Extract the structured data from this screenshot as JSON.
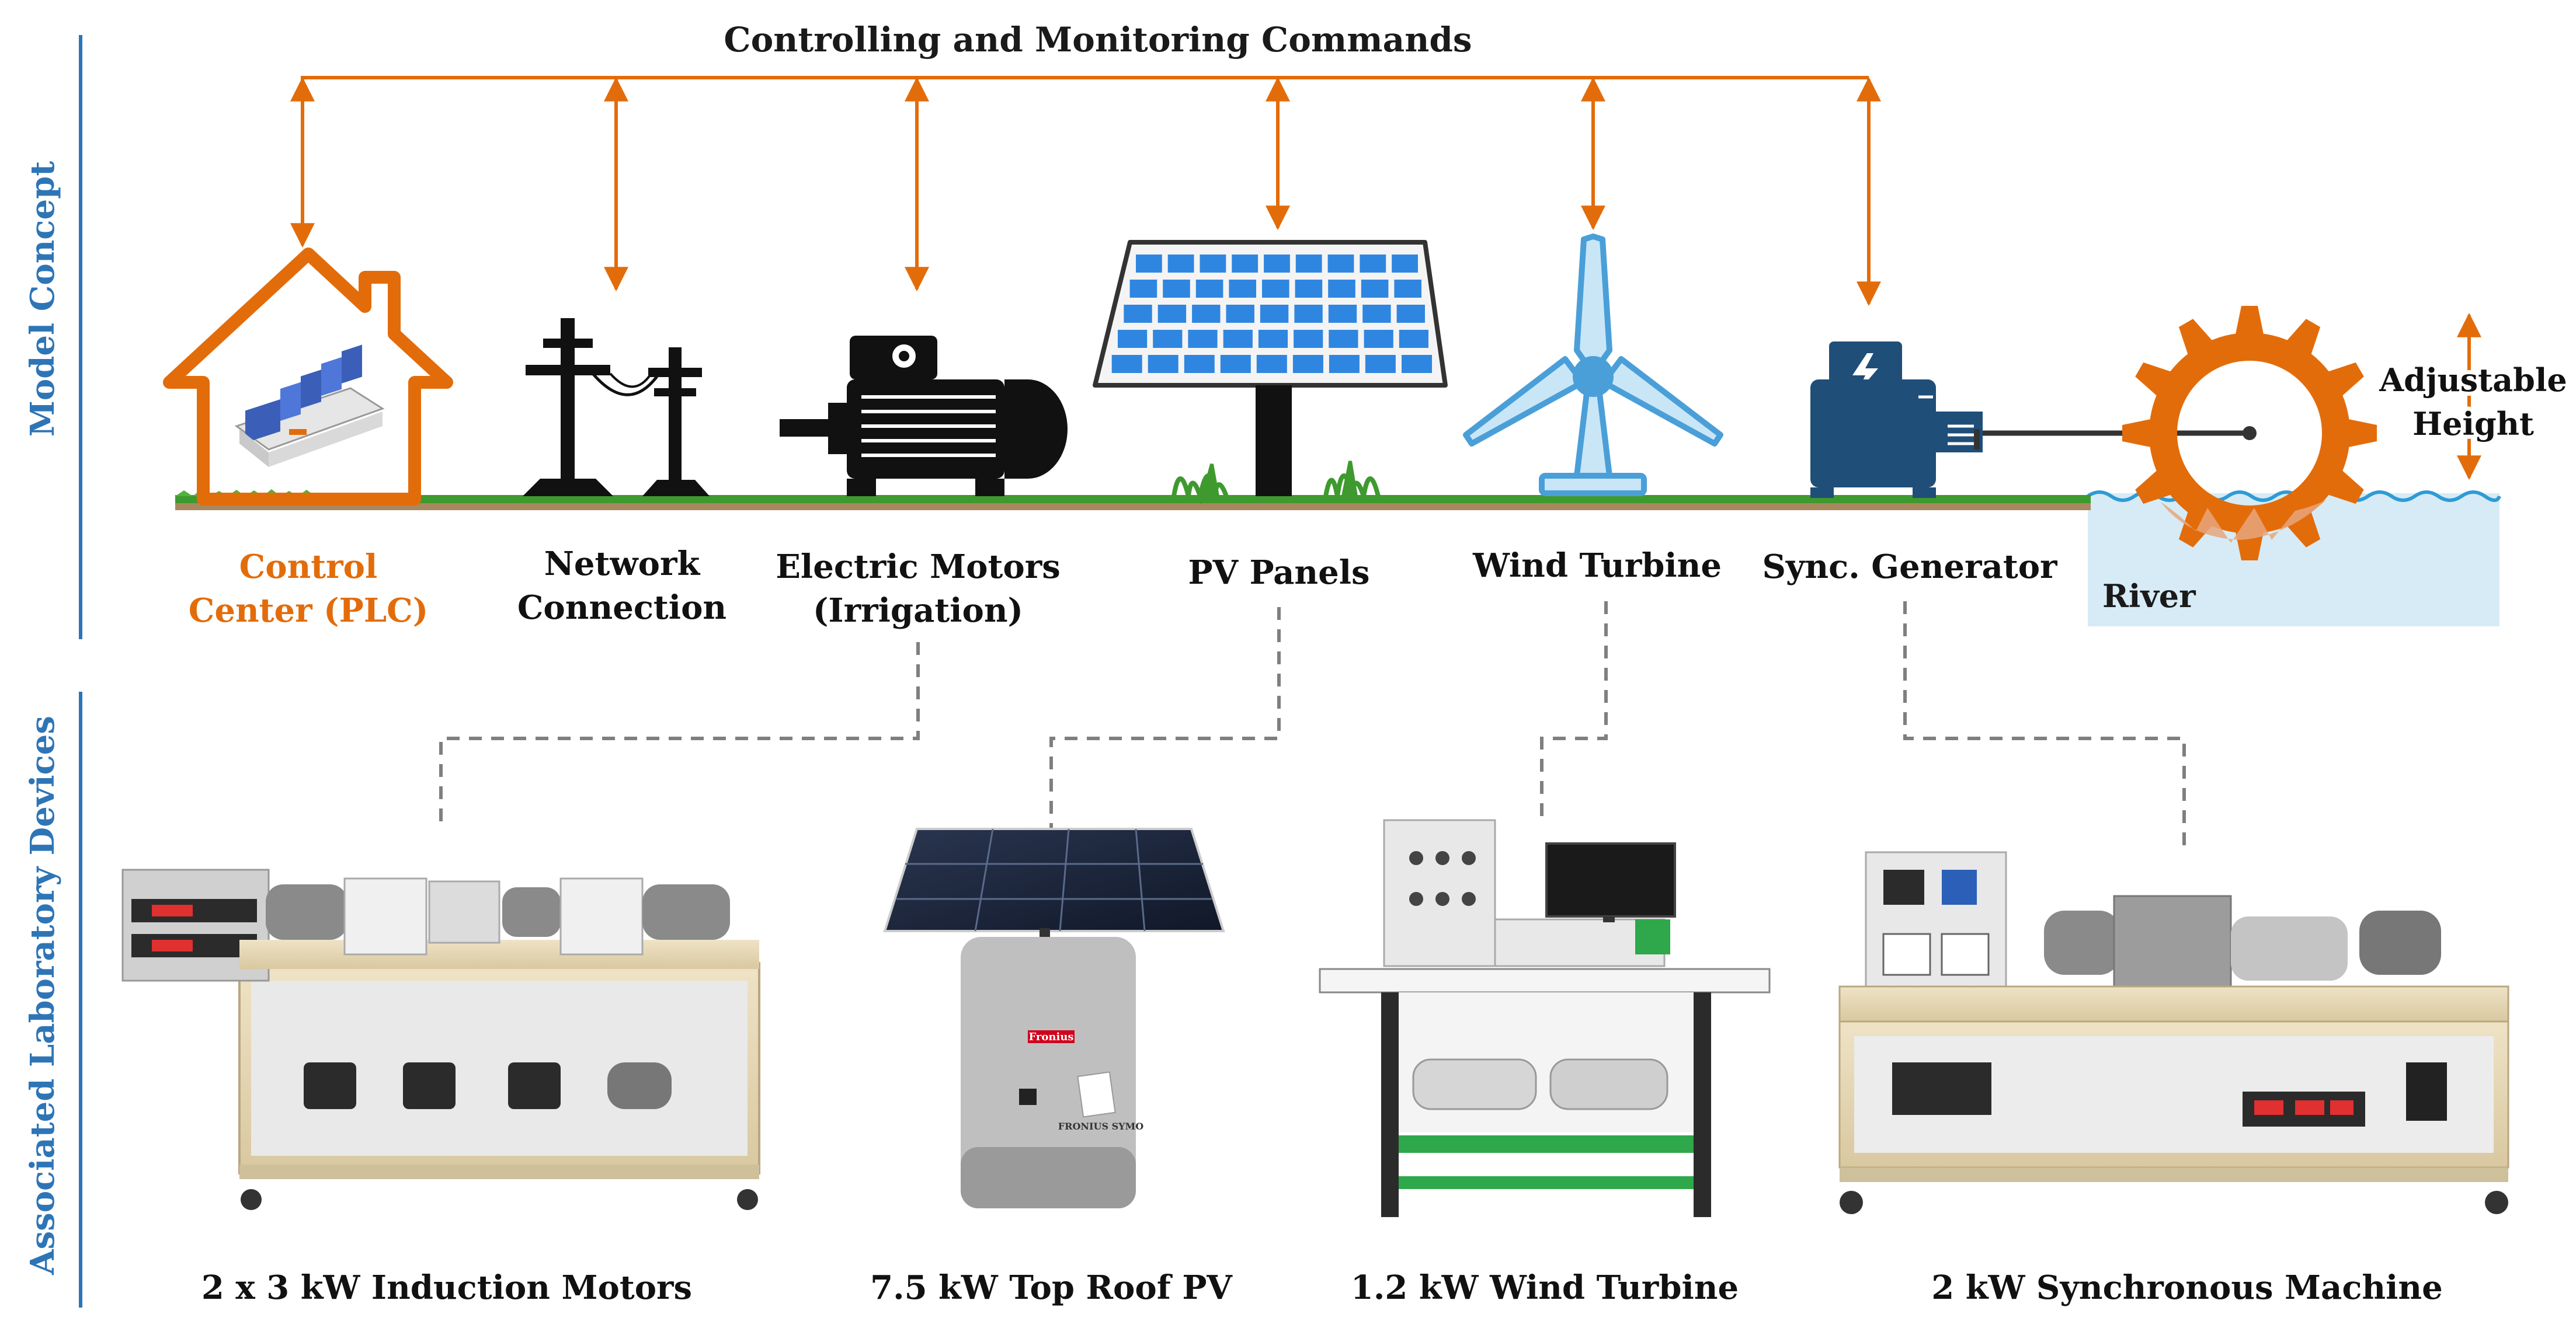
{
  "colors": {
    "accent_orange": "#E36C0A",
    "section_blue": "#2E75B6",
    "device_blue": "#1F4E79",
    "turbine_blue": "#5BB1E8",
    "panel_blue": "#2F86E0",
    "grass_green": "#3E9A2E",
    "water": "#D6EBF5",
    "dashed_gray": "#7F7F7F"
  },
  "sections": {
    "model_concept": "Model Concept",
    "lab_devices": "Associated Laboratory Devices"
  },
  "bus": {
    "label": "Controlling and Monitoring Commands"
  },
  "components": {
    "control_center": {
      "line1": "Control",
      "line2": "Center (PLC)",
      "icon": "house-plc-icon"
    },
    "network": {
      "line1": "Network",
      "line2": "Connection",
      "icon": "utility-pole-icon"
    },
    "motors": {
      "line1": "Electric Motors",
      "line2": "(Irrigation)",
      "icon": "electric-motor-icon"
    },
    "pv": {
      "line1": "PV Panels",
      "icon": "solar-panel-icon"
    },
    "wind": {
      "line1": "Wind Turbine",
      "icon": "wind-turbine-icon"
    },
    "generator": {
      "line1": "Sync. Generator",
      "icon": "generator-icon"
    },
    "river": {
      "label": "River",
      "icon": "water-wheel-icon"
    },
    "adjustable": {
      "line1": "Adjustable",
      "line2": "Height"
    }
  },
  "devices": [
    {
      "label": "2 x 3 kW Induction Motors",
      "icon": "induction-motor-bench-icon"
    },
    {
      "label": "7.5 kW Top Roof PV",
      "icon": "inverter-pv-icon",
      "brand": "Fronius",
      "model": "FRONIUS SYMO"
    },
    {
      "label": "1.2 kW Wind Turbine",
      "icon": "wind-turbine-bench-icon"
    },
    {
      "label": "2 kW Synchronous Machine",
      "icon": "synchronous-machine-bench-icon"
    }
  ]
}
